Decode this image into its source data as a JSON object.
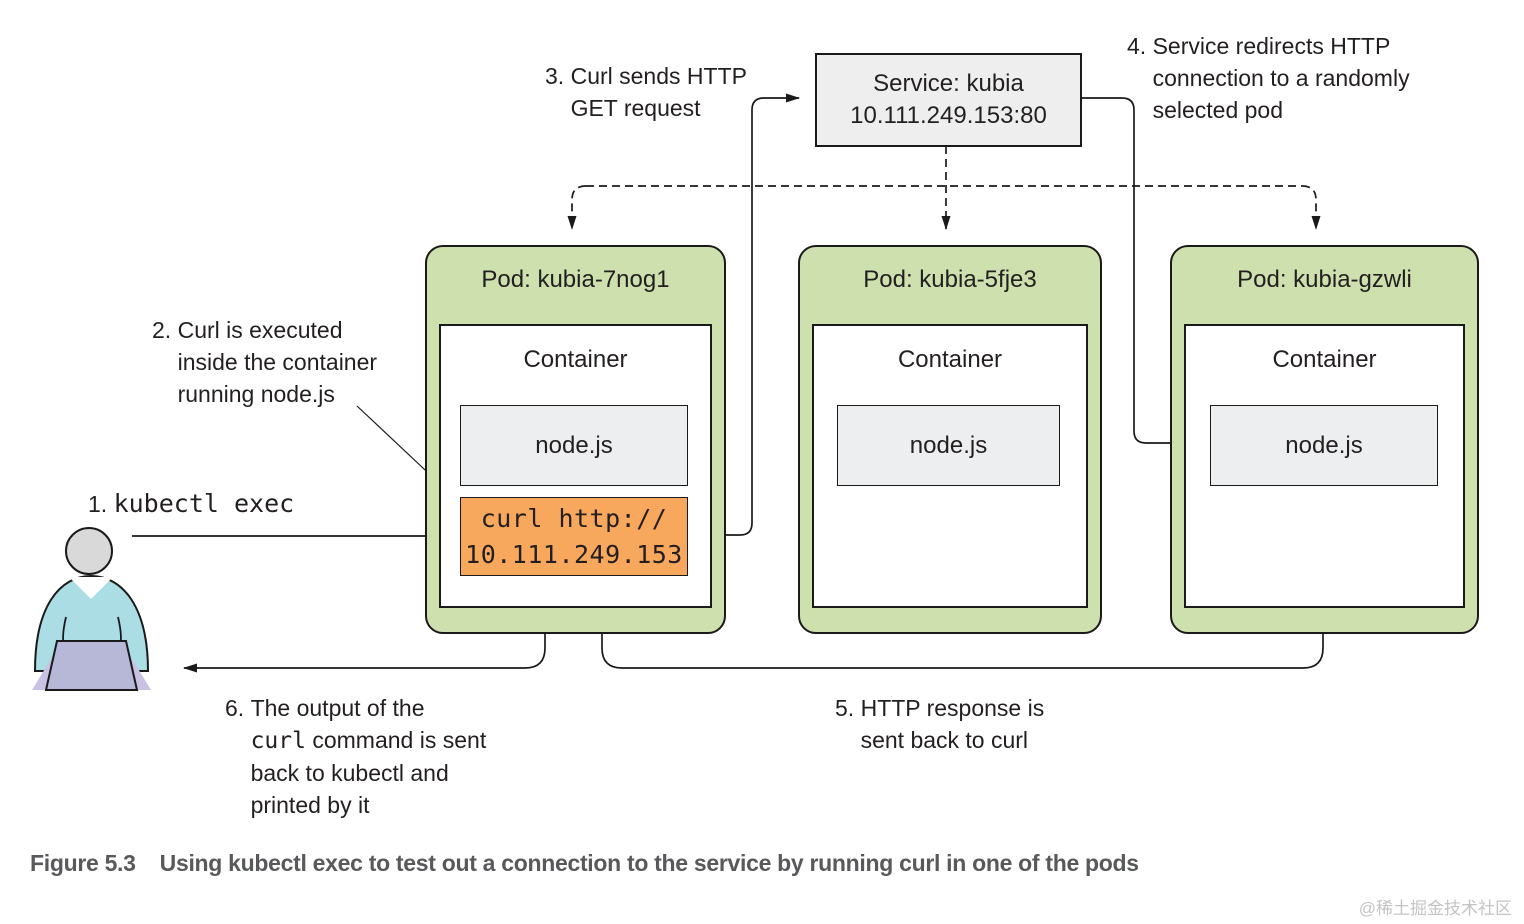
{
  "service": {
    "line1": "Service: kubia",
    "line2": "10.111.249.153:80"
  },
  "pods": [
    {
      "title": "Pod: kubia-7nog1",
      "container_label": "Container",
      "app_label": "node.js"
    },
    {
      "title": "Pod: kubia-5fje3",
      "container_label": "Container",
      "app_label": "node.js"
    },
    {
      "title": "Pod: kubia-gzwli",
      "container_label": "Container",
      "app_label": "node.js"
    }
  ],
  "curl_box": {
    "line1": "curl http://",
    "line2": "10.111.249.153"
  },
  "annotations": {
    "step1": {
      "num": "1. ",
      "command": "kubectl exec"
    },
    "step2": {
      "num": "2. ",
      "line1": "Curl is executed",
      "line2": "inside the container",
      "line3": "running node.js"
    },
    "step3": {
      "num": "3. ",
      "line1": "Curl sends HTTP",
      "line2": "GET request"
    },
    "step4": {
      "num": "4. ",
      "line1": "Service redirects HTTP",
      "line2": "connection to a randomly",
      "line3": "selected pod"
    },
    "step5": {
      "num": "5. ",
      "line1": "HTTP response is",
      "line2": "sent back to curl"
    },
    "step6": {
      "num": "6. ",
      "line1": "The output of the",
      "line2_mono": "curl",
      "line2_rest": " command is sent",
      "line3": "back to kubectl and",
      "line4": "printed by it"
    }
  },
  "caption": {
    "label": "Figure 5.3",
    "text": "Using kubectl exec to test out a connection to the service by running curl in one of the pods"
  },
  "watermark": "@稀土掘金技术社区",
  "colors": {
    "pod_green": "#cde0ae",
    "box_gray": "#eceeef",
    "service_gray": "#eeeeee",
    "curl_orange": "#f8a85c",
    "outline": "#1a1a1a",
    "caption_gray": "#58595b",
    "person_shirt": "#aadde4",
    "person_head": "#d9d9d9",
    "person_laptop": "#b7b7d8",
    "laptop_shadow": "#c9c2e4",
    "watermark_gray": "#c4c4c4"
  }
}
